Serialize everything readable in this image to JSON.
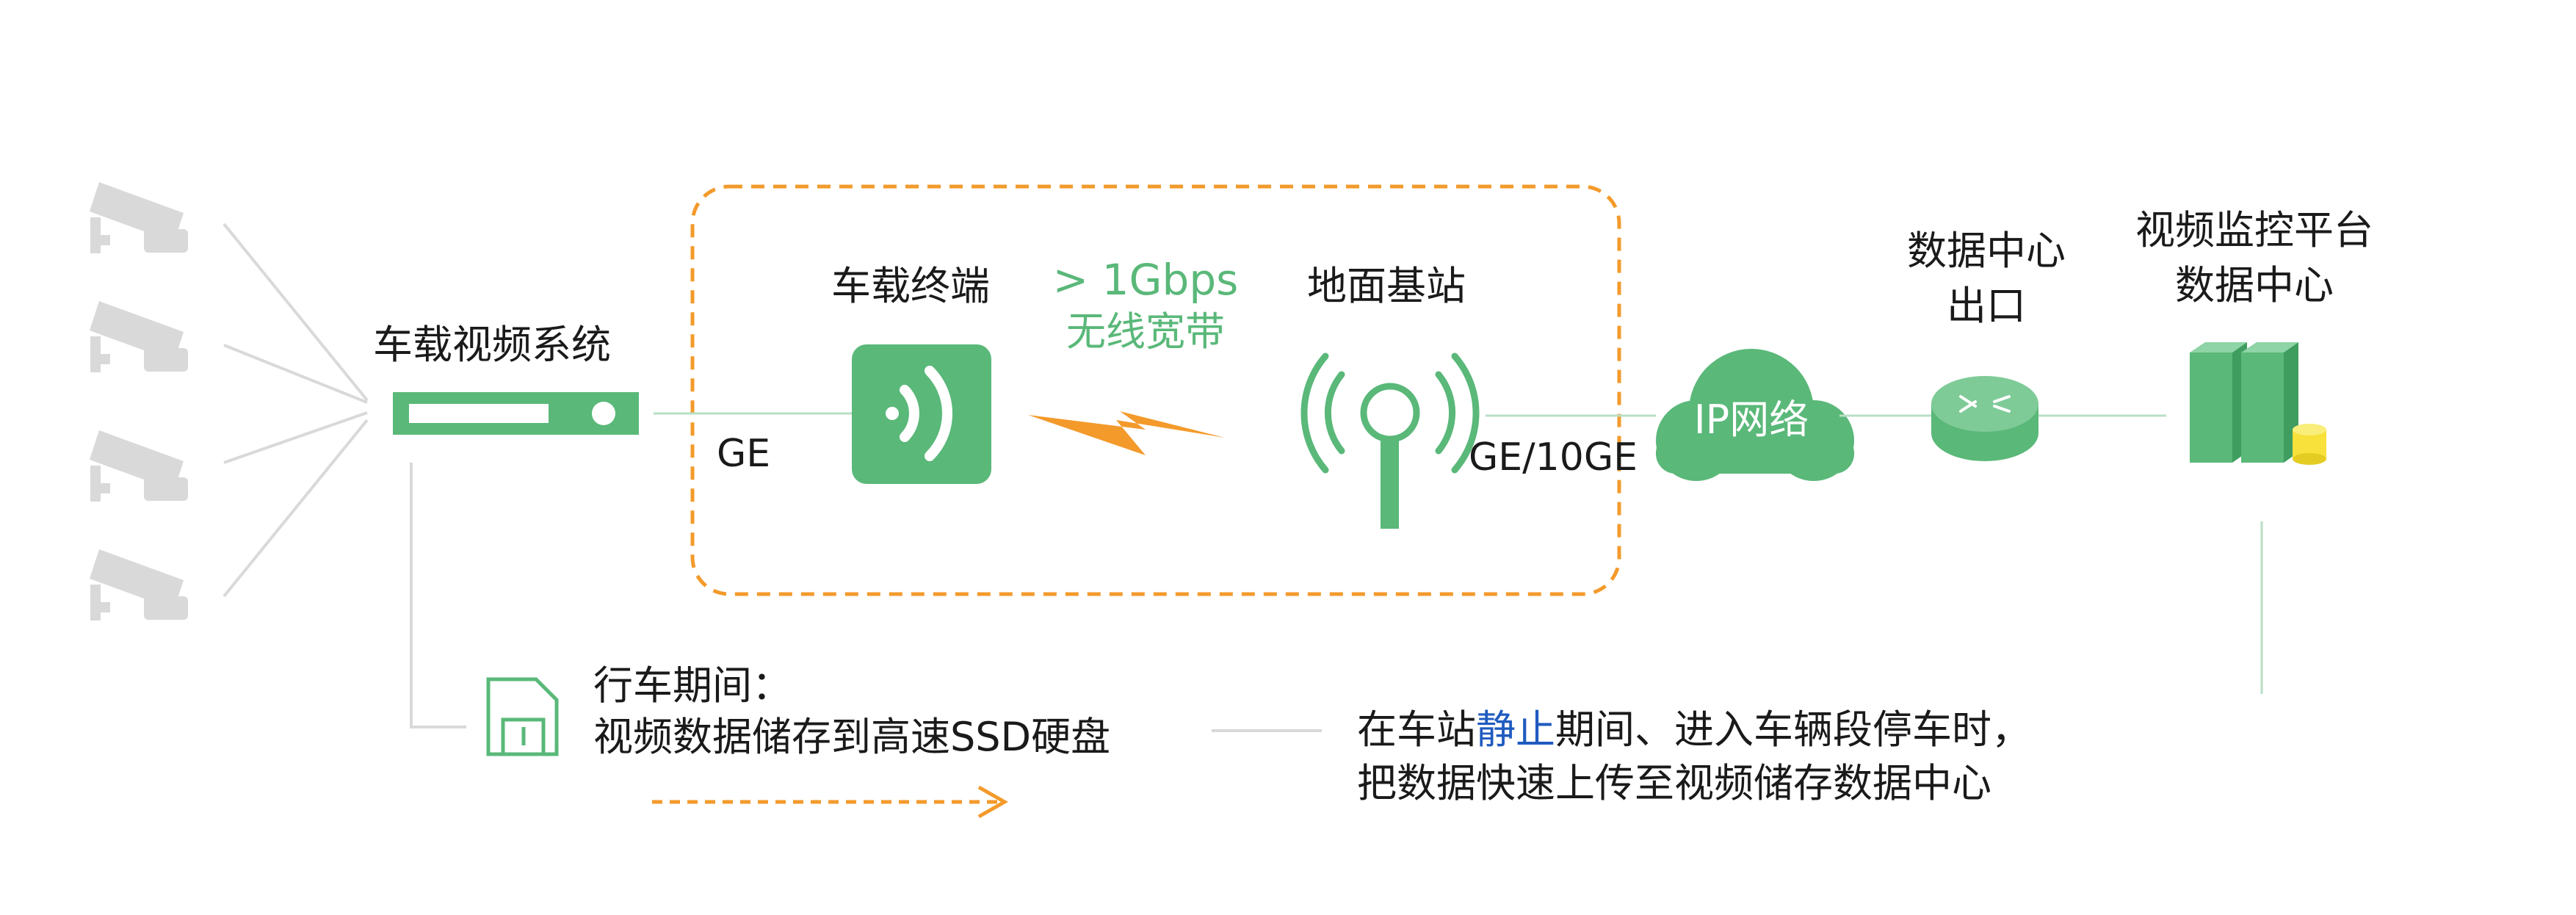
{
  "labels": {
    "vehicle_video_system": "车载视频系统",
    "vehicle_terminal": "车载终端",
    "wireless_speed": "> 1Gbps",
    "wireless_broadband": "无线宽带",
    "ground_station": "地面基站",
    "ge": "GE",
    "ge_10ge": "GE/10GE",
    "ip_network": "IP网络",
    "datacenter_exit_line1": "数据中心",
    "datacenter_exit_line2": "出口",
    "platform_line1": "视频监控平台",
    "platform_line2": "数据中心"
  },
  "notes": {
    "driving_title": "行车期间：",
    "driving_body": "视频数据储存到高速SSD硬盘",
    "station_prefix": "在车站",
    "station_highlight": "静止",
    "station_suffix": "期间、进入车辆段停车时，",
    "station_line2": "把数据快速上传至视频储存数据中心"
  },
  "colors": {
    "green": "#5ab879",
    "orange": "#f39a2b",
    "gray": "#d9d9d9",
    "blue": "#1f5bbf",
    "yellow": "#f7e13a"
  },
  "icons": [
    "camera-icon",
    "video-recorder-icon",
    "wireless-terminal-icon",
    "lightning-icon",
    "antenna-tower-icon",
    "cloud-icon",
    "router-icon",
    "server-rack-icon",
    "database-icon",
    "floppy-disk-icon"
  ]
}
